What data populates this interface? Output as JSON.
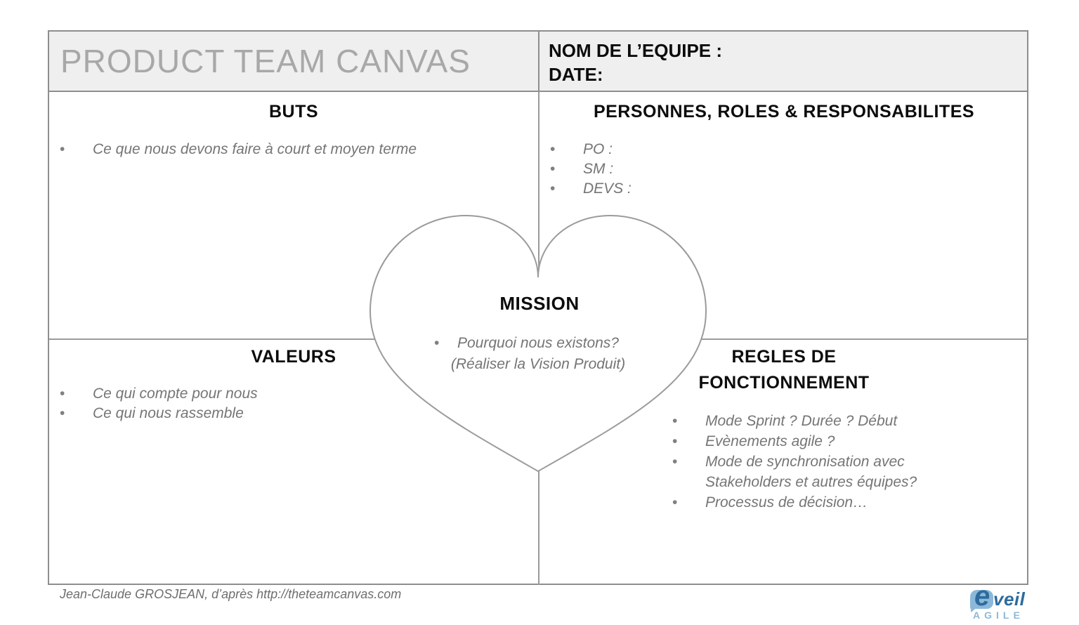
{
  "header": {
    "title": "PRODUCT TEAM CANVAS",
    "team_name_label": "NOM DE L’EQUIPE :",
    "date_label": "DATE:"
  },
  "quadrants": {
    "buts": {
      "title": "BUTS",
      "items": [
        "Ce que nous devons faire à court et moyen terme"
      ]
    },
    "personnes": {
      "title": "PERSONNES, ROLES & RESPONSABILITES",
      "items": [
        "PO :",
        "SM :",
        "DEVS :"
      ]
    },
    "valeurs": {
      "title": "VALEURS",
      "items": [
        "Ce qui compte pour nous",
        "Ce qui nous rassemble"
      ]
    },
    "regles": {
      "title_line1": "REGLES DE",
      "title_line2": "FONCTIONNEMENT",
      "items": [
        "Mode Sprint ? Durée ? Début",
        "Evènements agile ?",
        "Mode de synchronisation avec Stakeholders et autres équipes?",
        "Processus de décision…"
      ]
    }
  },
  "mission": {
    "title": "MISSION",
    "bullet": "Pourquoi nous existons?",
    "subline": "(Réaliser la Vision Produit)"
  },
  "footer": {
    "credit": "Jean-Claude GROSJEAN, d’après http://theteamcanvas.com"
  },
  "logo": {
    "initial": "e",
    "brand": "veil",
    "subtext": "AGILE"
  },
  "colors": {
    "frame_border": "#8e8e8e",
    "grid_line": "#9b9b9b",
    "header_background": "#efefef",
    "title_gray": "#a8a8a8",
    "heading_black": "#0c0c0c",
    "bullet_text_gray": "#757575",
    "logo_dark_blue": "#2e6b9d",
    "logo_light_blue": "#8cb9da"
  }
}
